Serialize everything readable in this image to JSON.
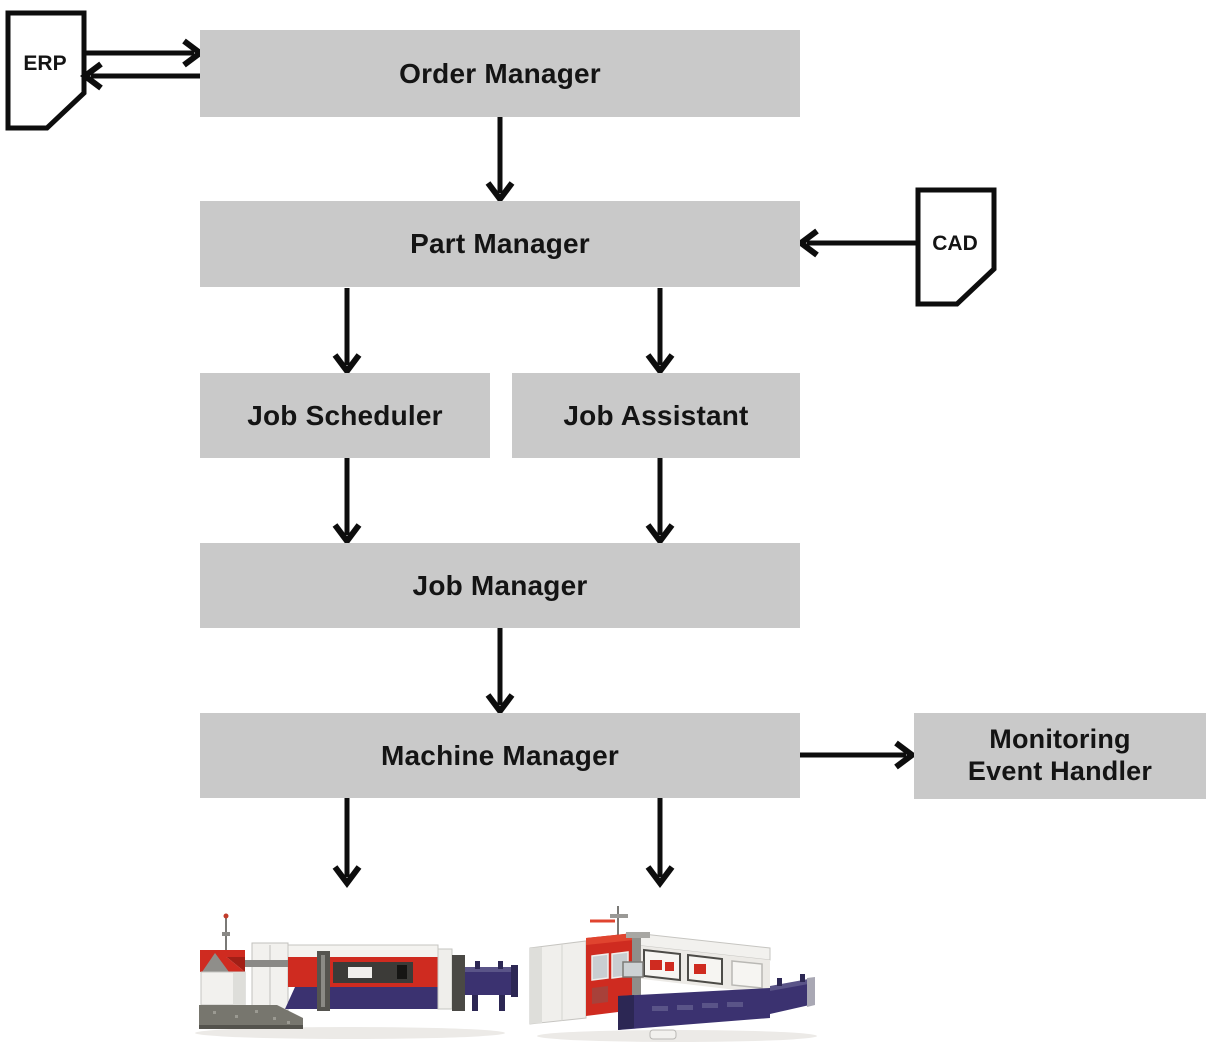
{
  "nodes": {
    "erp": {
      "label": "ERP",
      "shape": "document"
    },
    "cad": {
      "label": "CAD",
      "shape": "document"
    },
    "order_manager": {
      "label": "Order Manager"
    },
    "part_manager": {
      "label": "Part Manager"
    },
    "job_scheduler": {
      "label": "Job Scheduler"
    },
    "job_assistant": {
      "label": "Job Assistant"
    },
    "job_manager": {
      "label": "Job Manager"
    },
    "machine_manager": {
      "label": "Machine Manager"
    },
    "monitoring_event_handler": {
      "line1": "Monitoring",
      "line2": "Event Handler"
    }
  },
  "edges": [
    {
      "from": "erp",
      "to": "order_manager",
      "type": "arrow"
    },
    {
      "from": "order_manager",
      "to": "erp",
      "type": "arrow"
    },
    {
      "from": "order_manager",
      "to": "part_manager",
      "type": "arrow"
    },
    {
      "from": "cad",
      "to": "part_manager",
      "type": "arrow"
    },
    {
      "from": "part_manager",
      "to": "job_scheduler",
      "type": "arrow"
    },
    {
      "from": "part_manager",
      "to": "job_assistant",
      "type": "arrow"
    },
    {
      "from": "job_scheduler",
      "to": "job_manager",
      "type": "arrow"
    },
    {
      "from": "job_assistant",
      "to": "job_manager",
      "type": "arrow"
    },
    {
      "from": "job_manager",
      "to": "machine_manager",
      "type": "arrow"
    },
    {
      "from": "machine_manager",
      "to": "monitoring_event_handler",
      "type": "arrow"
    },
    {
      "from": "machine_manager",
      "to": "laser_machine_1",
      "type": "arrow"
    },
    {
      "from": "machine_manager",
      "to": "laser_machine_2",
      "type": "arrow"
    }
  ],
  "machines": [
    {
      "name": "laser-cutting-machine-side-view"
    },
    {
      "name": "laser-cutting-machine-angled-view"
    }
  ],
  "colors": {
    "node_fill": "#c9c9c9",
    "line": "#0d0d0d",
    "text": "#141414",
    "machine_red": "#cf2b20",
    "machine_red_dark": "#a21f16",
    "machine_navy": "#3b3270",
    "machine_navy_dark": "#2c2754",
    "machine_body": "#f2f1ee"
  }
}
